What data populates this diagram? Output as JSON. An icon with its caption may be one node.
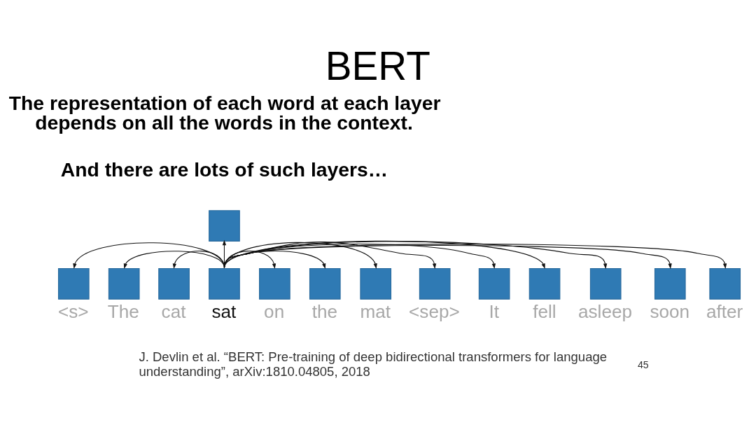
{
  "diagram": {
    "title": "BERT",
    "nodes": [
      {
        "text": [],
        "shape": "box"
      },
      {
        "text": [],
        "shape": "box",
        "beside": [
          "<s>"
        ]
      },
      {
        "text": [],
        "shape": "box",
        "beside": [
          "The"
        ]
      },
      {
        "text": [],
        "shape": "box",
        "beside": [
          "cat"
        ]
      },
      {
        "text": [],
        "shape": "box",
        "beside": [
          "sat"
        ]
      },
      {
        "text": [],
        "shape": "box",
        "beside": [
          "on"
        ]
      },
      {
        "text": [],
        "shape": "box",
        "beside": [
          "the"
        ]
      },
      {
        "text": [],
        "shape": "box",
        "beside": [
          "mat"
        ]
      },
      {
        "text": [],
        "shape": "box",
        "beside": [
          "<sep>"
        ]
      },
      {
        "text": [],
        "shape": "box",
        "beside": [
          "It"
        ]
      },
      {
        "text": [],
        "shape": "box",
        "beside": [
          "fell"
        ]
      },
      {
        "text": [],
        "shape": "box",
        "beside": [
          "asleep"
        ]
      },
      {
        "text": [],
        "shape": "box",
        "beside": [
          "soon"
        ]
      },
      {
        "text": [],
        "shape": "box",
        "beside": [
          "after"
        ]
      }
    ],
    "edges": [
      {
        "from": 4,
        "to": 0,
        "arrow": "to"
      },
      {
        "from": 4,
        "to": 1,
        "arrow": "to"
      },
      {
        "from": 4,
        "to": 2,
        "arrow": "to"
      },
      {
        "from": 4,
        "to": 3,
        "arrow": "to"
      },
      {
        "from": 4,
        "to": 5,
        "arrow": "to"
      },
      {
        "from": 4,
        "to": 6,
        "arrow": "to"
      },
      {
        "from": 4,
        "to": 7,
        "arrow": "to"
      },
      {
        "from": 4,
        "to": 8,
        "arrow": "to"
      },
      {
        "from": 4,
        "to": 9,
        "arrow": "to"
      },
      {
        "from": 4,
        "to": 10,
        "arrow": "to"
      },
      {
        "from": 4,
        "to": 11,
        "arrow": "to"
      },
      {
        "from": 4,
        "to": 12,
        "arrow": "to"
      },
      {
        "from": 4,
        "to": 13,
        "arrow": "to"
      }
    ],
    "labels": [
      "The representation of each word at each layer depends on all the words in the context.",
      "And there are lots of such layers…",
      "J. Devlin et al. “BERT: Pre-training of deep bidirectional transformers for language understanding”, arXiv:1810.04805, 2018",
      "45"
    ]
  }
}
